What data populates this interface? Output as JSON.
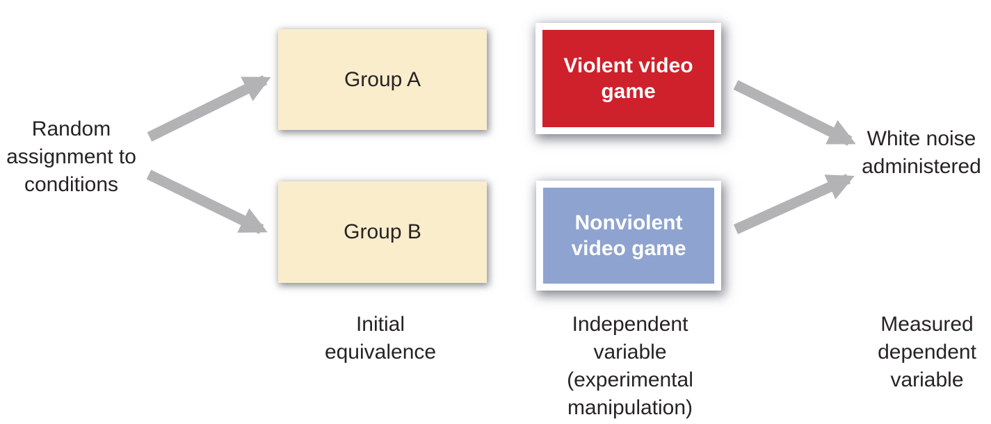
{
  "diagram": {
    "random_assignment_label": {
      "line1": "Random",
      "line2": "assignment to",
      "line3": "conditions"
    },
    "group_boxes": [
      {
        "label": "Group A"
      },
      {
        "label": "Group B"
      }
    ],
    "condition_boxes": [
      {
        "line1": "Violent video",
        "line2": "game",
        "color": "#CE212B"
      },
      {
        "line1": "Nonviolent",
        "line2": "video game",
        "color": "#8EA3CF"
      }
    ],
    "outcome_label": {
      "line1": "White noise",
      "line2": "administered"
    },
    "stage_captions": [
      {
        "line1": "Initial",
        "line2": "equivalence"
      },
      {
        "line1": "Independent",
        "line2": "variable",
        "line3": "(experimental",
        "line4": "manipulation)"
      },
      {
        "line1": "Measured",
        "line2": "dependent",
        "line3": "variable"
      }
    ],
    "connectors": [
      {
        "from": "random-assignment-label",
        "to": "group-a-box"
      },
      {
        "from": "random-assignment-label",
        "to": "group-b-box"
      },
      {
        "from": "violent-video-game-box",
        "to": "white-noise-label"
      },
      {
        "from": "nonviolent-video-game-box",
        "to": "white-noise-label"
      }
    ],
    "colors": {
      "group_box_fill": "#FAEDCC",
      "violent_box_fill": "#CE212B",
      "nonviolent_box_fill": "#8EA3CF",
      "condition_box_border": "#FFFFFF",
      "condition_box_text": "#FFFFFF",
      "arrow": "#B3B3B6",
      "text": "#272324",
      "background": "#FFFFFF"
    }
  }
}
